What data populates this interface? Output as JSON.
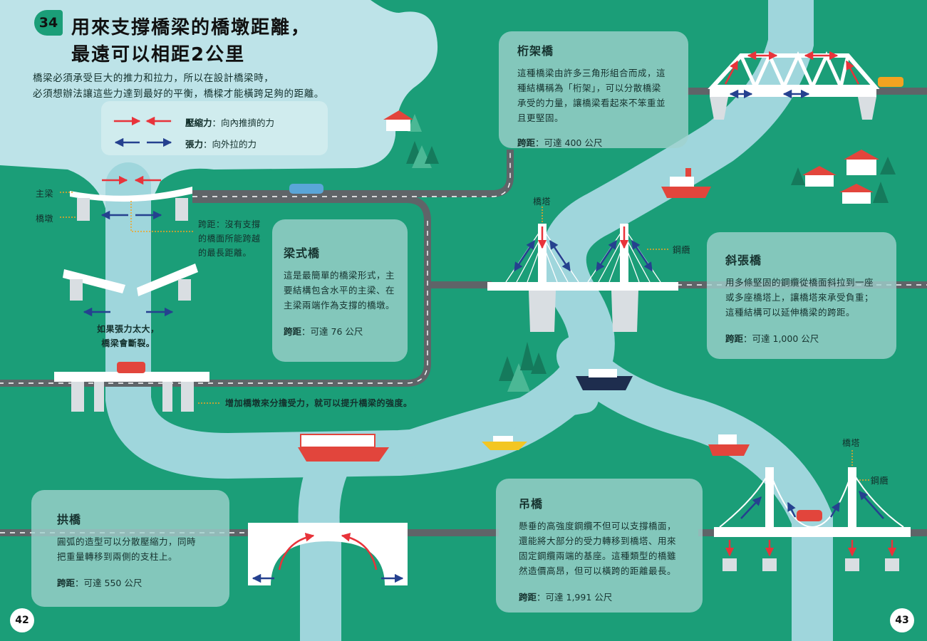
{
  "title": {
    "badge": "34",
    "line1": "用來支撐橋梁的橋墩距離，",
    "line2": "最遠可以相距2公里"
  },
  "intro": {
    "line1": "橋梁必須承受巨大的推力和拉力，所以在設計橋梁時，",
    "line2": "必須想辦法讓這些力達到最好的平衡，橋樑才能橫跨足夠的距離。"
  },
  "legend": {
    "compression_term": "壓縮力",
    "compression_desc": "：向內推擠的力",
    "tension_term": "張力",
    "tension_desc": "：向外拉的力",
    "colors": {
      "compression": "#e8333a",
      "tension": "#25418f"
    }
  },
  "beam_diagram": {
    "main_beam": "主梁",
    "pier": "橋墩",
    "span_note_1": "跨距：沒有支撐",
    "span_note_2": "的橋面所能跨越",
    "span_note_3": "的最長距離。",
    "break_note_1": "如果張力太大，",
    "break_note_2": "橋梁會斷裂。",
    "more_piers_note": "增加橋墩來分擔受力，就可以提升橋梁的強度。"
  },
  "beam_bridge": {
    "title": "梁式橋",
    "desc_1": "這是最簡單的橋梁形式，主",
    "desc_2": "要結構包含水平的主梁、在",
    "desc_3": "主梁兩端作為支撐的橋墩。",
    "span_label": "跨距",
    "span_value": "：可達 76 公尺"
  },
  "truss_bridge": {
    "title": "桁架橋",
    "desc_1": "這種橋梁由許多三角形組合而成，這",
    "desc_2": "種結構稱為「桁架」，可以分散橋梁",
    "desc_3": "承受的力量，讓橋梁看起來不笨重並",
    "desc_4": "且更堅固。",
    "span_label": "跨距",
    "span_value": "：可達 400 公尺"
  },
  "cable_stayed": {
    "tower_label": "橋塔",
    "cable_label": "鋼纜",
    "title": "斜張橋",
    "desc_1": "用多條堅固的鋼纜從橋面斜拉到一座",
    "desc_2": "或多座橋塔上，讓橋塔來承受負重；",
    "desc_3": "這種結構可以延伸橋梁的跨距。",
    "span_label": "跨距",
    "span_value": "：可達 1,000 公尺"
  },
  "arch_bridge": {
    "title": "拱橋",
    "desc_1": "圓弧的造型可以分散壓縮力，同時",
    "desc_2": "把重量轉移到兩側的支柱上。",
    "span_label": "跨距",
    "span_value": "：可達 550 公尺"
  },
  "suspension": {
    "tower_label": "橋塔",
    "cable_label": "鋼纜",
    "title": "吊橋",
    "desc_1": "懸垂的高強度鋼纜不但可以支撐橋面，",
    "desc_2": "還能將大部分的受力轉移到橋塔、用來",
    "desc_3": "固定鋼纜兩端的基座。這種類型的橋雖",
    "desc_4": "然造價高昂，但可以橫跨的距離最長。",
    "span_label": "跨距",
    "span_value": "：可達 1,991 公尺"
  },
  "page_left": "42",
  "page_right": "43",
  "colors": {
    "background": "#1b9e78",
    "river": "#9fd6dc",
    "road": "#5f6468",
    "box": "#a0d2ce"
  }
}
